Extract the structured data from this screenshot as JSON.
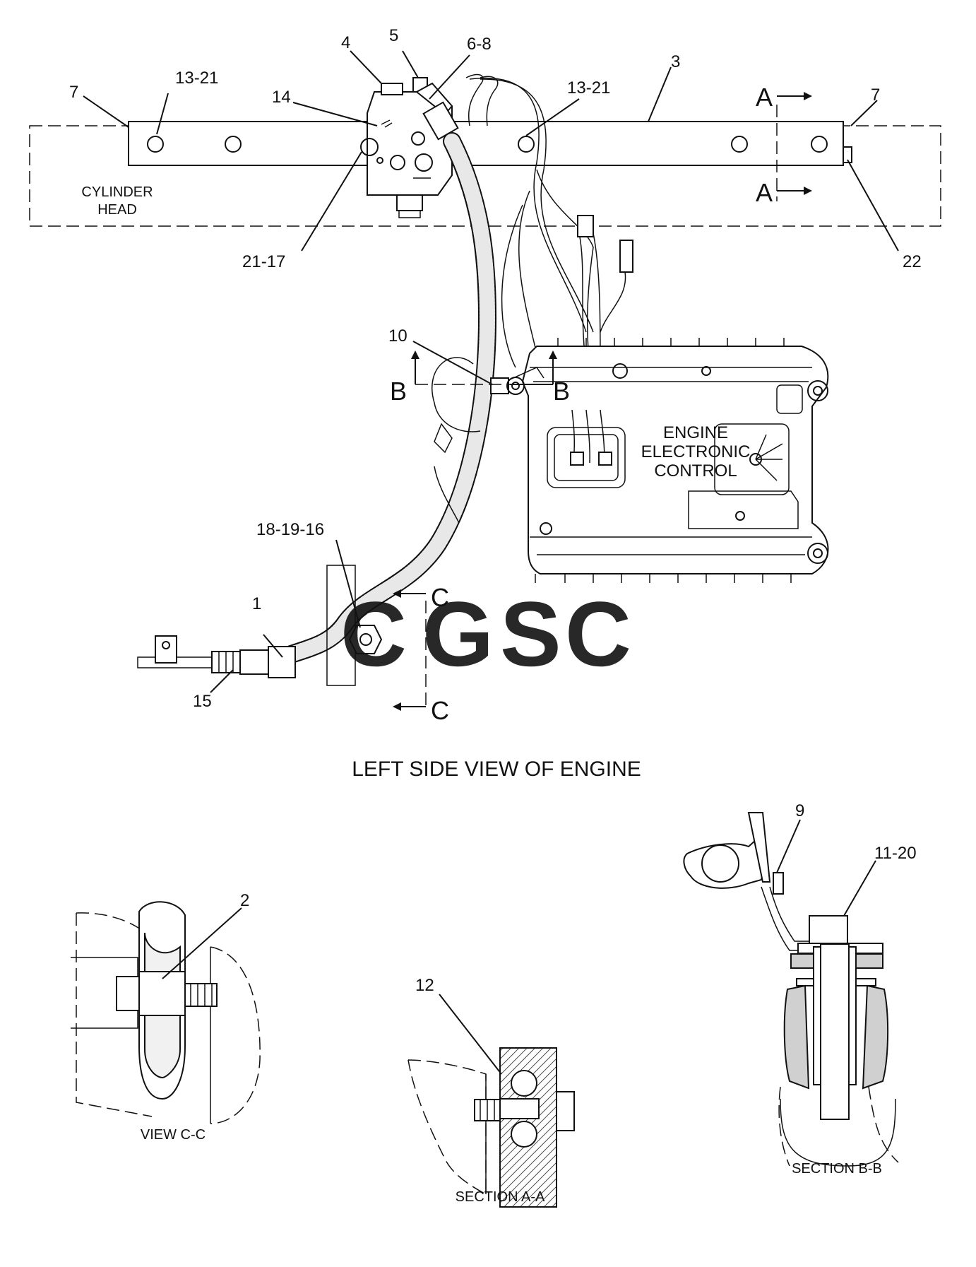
{
  "title": "LEFT SIDE VIEW OF ENGINE",
  "labels": {
    "cylinder_head_1": "CYLINDER",
    "cylinder_head_2": "HEAD",
    "ecm_1": "ENGINE",
    "ecm_2": "ELECTRONIC",
    "ecm_3": "CONTROL"
  },
  "callouts": {
    "c1": "1",
    "c2": "2",
    "c3": "3",
    "c4": "4",
    "c5": "5",
    "c6_8": "6-8",
    "c7_left": "7",
    "c7_right": "7",
    "c9": "9",
    "c10": "10",
    "c11_20": "11-20",
    "c12": "12",
    "c13_21_left": "13-21",
    "c13_21_right": "13-21",
    "c14": "14",
    "c15": "15",
    "c18_19_16": "18-19-16",
    "c21_17": "21-17",
    "c22": "22"
  },
  "section_markers": {
    "a_top": "A",
    "a_bottom": "A",
    "b_left": "B",
    "b_right": "B",
    "c_top": "C",
    "c_bottom": "C"
  },
  "sections": {
    "view_c": "VIEW C-C",
    "section_a": "SECTION A-A",
    "section_b": "SECTION B-B"
  },
  "watermark": {
    "text": "CGSC",
    "colors": [
      "#6b9cf0",
      "#f28b82",
      "#fad165",
      "#6cbf93"
    ]
  }
}
